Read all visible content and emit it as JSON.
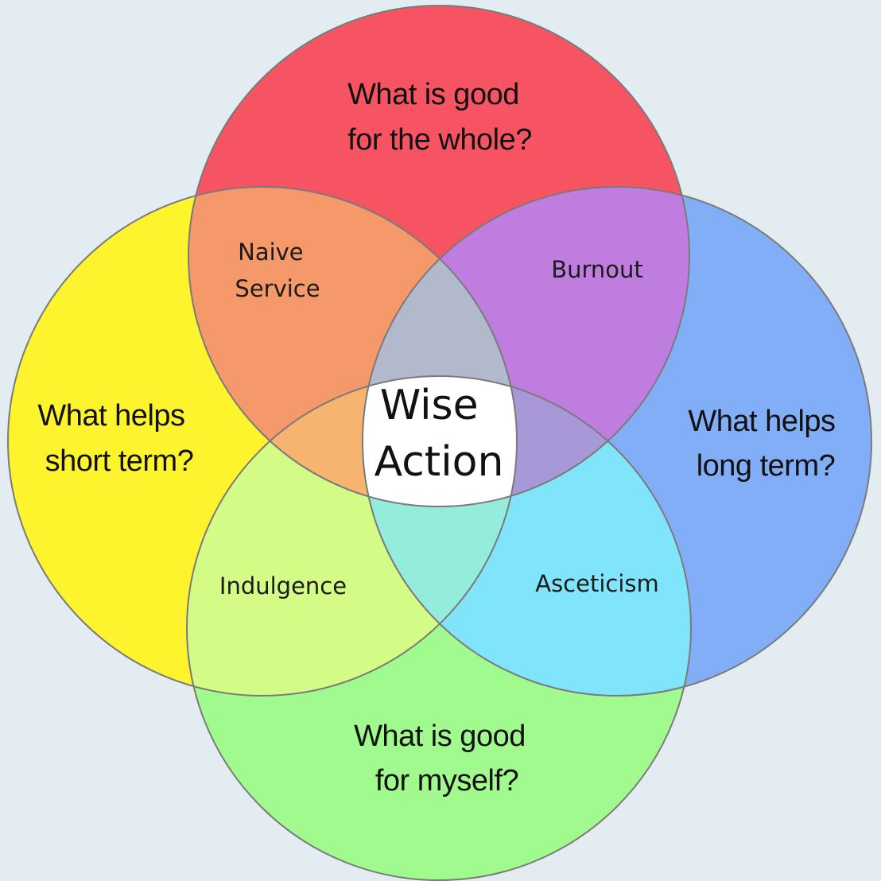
{
  "colors": {
    "background": "#e3ecf1",
    "top": "#f75463",
    "left": "#fdf42e",
    "right": "#82aef8",
    "bottom": "#a0fa8e",
    "top_left": "#f5986a",
    "top_right": "#c07de0",
    "left_bottom": "#d3fb86",
    "right_bottom": "#80e4fa",
    "top_left_right": "#b2b9cc",
    "top_left_bottom": "#f6b470",
    "top_right_bottom": "#a998d8",
    "left_right_bottom": "#94ecdc",
    "center": "#ffffff"
  },
  "circles": {
    "top": {
      "label_lines": [
        "What is good",
        "for the whole?"
      ]
    },
    "left": {
      "label_lines": [
        "What helps",
        "short term?"
      ]
    },
    "right": {
      "label_lines": [
        "What helps",
        "long term?"
      ]
    },
    "bottom": {
      "label_lines": [
        "What is good",
        "for myself?"
      ]
    }
  },
  "overlaps": {
    "top_left": {
      "label_lines": [
        "Naive",
        "Service"
      ]
    },
    "top_right": {
      "label_lines": [
        "Burnout"
      ]
    },
    "left_bottom": {
      "label_lines": [
        "Indulgence"
      ]
    },
    "right_bottom": {
      "label_lines": [
        "Asceticism"
      ]
    }
  },
  "center": {
    "label_lines": [
      "Wise",
      "Action"
    ]
  }
}
